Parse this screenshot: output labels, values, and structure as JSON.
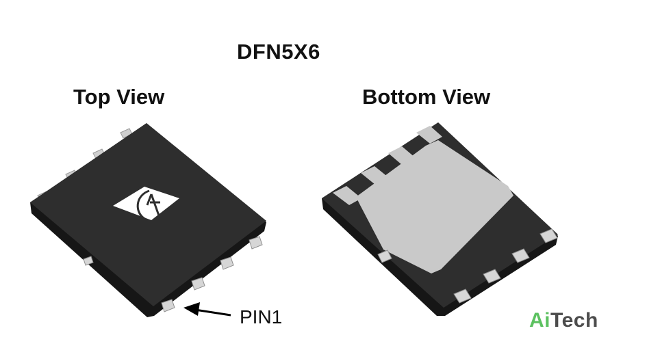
{
  "title": "DFN5X6",
  "views": {
    "top_label": "Top View",
    "bottom_label": "Bottom View"
  },
  "pin_label": "PIN1",
  "brand": {
    "part1": "Ai",
    "part2": "Tech"
  },
  "colors": {
    "package_body": "#2b2b2b",
    "package_edge": "#151515",
    "lead": "#d2d2d2",
    "pad": "#c8c8c8",
    "brand_green": "#5cc160",
    "brand_gray": "#4c4c4c"
  }
}
